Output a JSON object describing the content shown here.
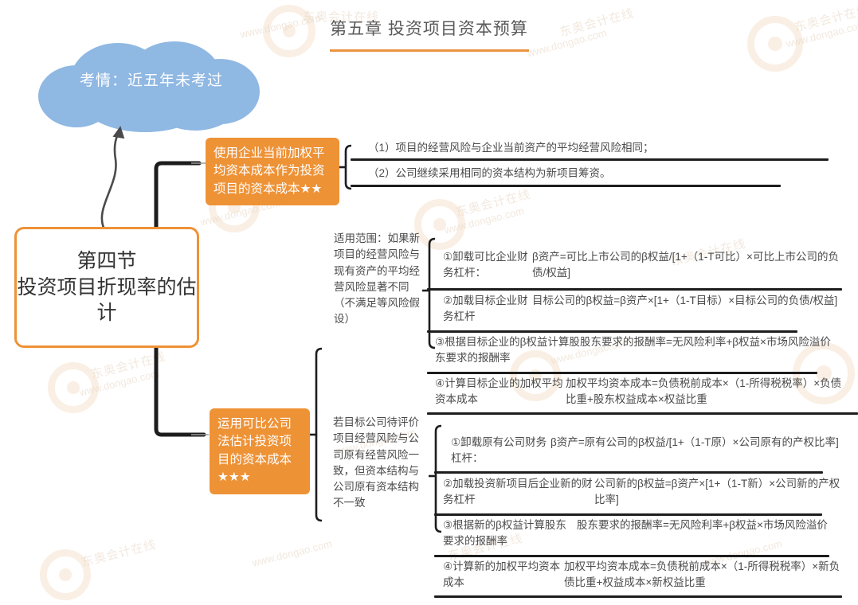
{
  "page": {
    "title": "第五章 投资项目资本预算",
    "accent_color": "#ee9236",
    "cloud_color": "#8fb8e3",
    "watermark_text": "东奥会计在线",
    "watermark_url": "www.dongao.com"
  },
  "cloud": {
    "label": "考情：近五年未考过"
  },
  "root": {
    "label": "第四节\n投资项目折现率的估计"
  },
  "branches": [
    {
      "id": "branch-wacc",
      "topic": "使用企业当前加权平均资本成本作为投资项目的资本成本★★",
      "stars": 2,
      "items": [
        "（1）项目的经营风险与企业当前资产的平均经营风险相同；",
        "（2）公司继续采用相同的资本结构为新项目筹资。"
      ]
    },
    {
      "id": "branch-comparable",
      "topic": "运用可比公司法估计投资项目的资本成本★★★",
      "stars": 3,
      "groups": [
        {
          "id": "group-scope-diff",
          "scope": "适用范围：如果新项目的经营风险与现有资产的平均经营风险显著不同（不满足等风险假设）",
          "steps": [
            {
              "label": "①卸载可比企业财务杠杆：",
              "formula": "β资产=可比上市公司的β权益/[1+（1-T可比）×可比上市公司的负债/权益]"
            },
            {
              "label": "②加载目标企业财务杠杆",
              "formula": "目标公司的β权益=β资产×[1+（1-T目标）×目标公司的负债/权益]"
            },
            {
              "label": "③根据目标企业的β权益计算股东要求的报酬率",
              "formula": "股东要求的报酬率=无风险利率+β权益×市场风险溢价"
            },
            {
              "label": "④计算目标企业的加权平均资本成本",
              "formula": "加权平均资本成本=负债税前成本×（1-所得税税率）×负债比重+股东权益成本×权益比重"
            }
          ]
        },
        {
          "id": "group-scope-same",
          "scope": "若目标公司待评价项目经营风险与公司原有经营风险一致，但资本结构与公司原有资本结构不一致",
          "steps": [
            {
              "label": "①卸载原有公司财务杠杆：",
              "formula": "β资产=原有公司的β权益/[1+（1-T原）×公司原有的产权比率]"
            },
            {
              "label": "②加载投资新项目后企业新的财务杠杆",
              "formula": "公司新的β权益=β资产×[1+（1-T新）×公司新的产权比率]"
            },
            {
              "label": "③根据新的β权益计算股东要求的报酬率",
              "formula": "股东要求的报酬率=无风险利率+β权益×市场风险溢价"
            },
            {
              "label": "④计算新的加权平均资本成本",
              "formula": "加权平均资本成本=负债税前成本×（1-所得税税率）×新负债比重+权益成本×新权益比重"
            }
          ]
        }
      ]
    }
  ]
}
